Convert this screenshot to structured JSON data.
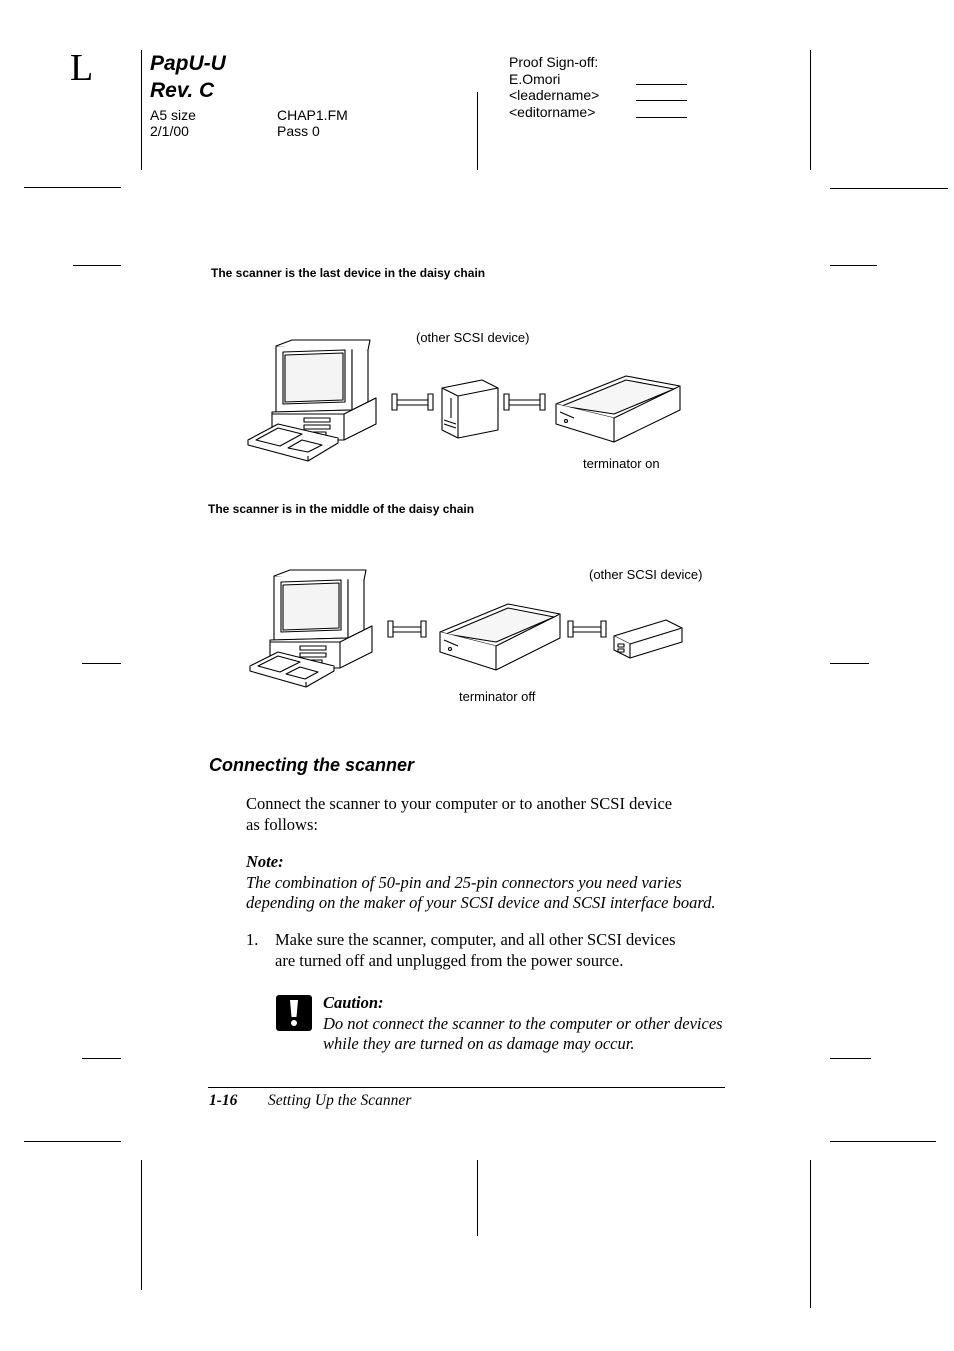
{
  "header": {
    "corner_mark": "L",
    "product_line1": "PapU-U",
    "product_line2": "Rev. C",
    "size": "A5 size",
    "date": "2/1/00",
    "file": "CHAP1.FM",
    "pass": "Pass 0",
    "proof_title": "Proof Sign-off:",
    "proof_names": [
      "E.Omori",
      "<leadername>",
      "<editorname>"
    ]
  },
  "figures": [
    {
      "title": "The scanner is the last device in the daisy chain",
      "label_other": "(other SCSI device)",
      "label_terminator": "terminator on"
    },
    {
      "title": "The scanner is in the middle of the daisy chain",
      "label_other": "(other SCSI device)",
      "label_terminator": "terminator off"
    }
  ],
  "section": {
    "heading": "Connecting the scanner",
    "intro_line1": "Connect the scanner to your computer or to another SCSI device",
    "intro_line2": "as follows:",
    "note_label": "Note:",
    "note_line1": "The combination of 50-pin and 25-pin connectors you need varies",
    "note_line2": "depending on the maker of your SCSI device and SCSI interface board.",
    "step_number": "1.",
    "step_line1": "Make sure the scanner, computer, and all other SCSI devices",
    "step_line2": "are turned off and unplugged from the power source.",
    "caution_label": "Caution:",
    "caution_line1": "Do not connect the scanner to the computer or other devices",
    "caution_line2": "while they are turned on as damage may occur."
  },
  "footer": {
    "page_number": "1-16",
    "chapter_title": "Setting Up the Scanner"
  }
}
